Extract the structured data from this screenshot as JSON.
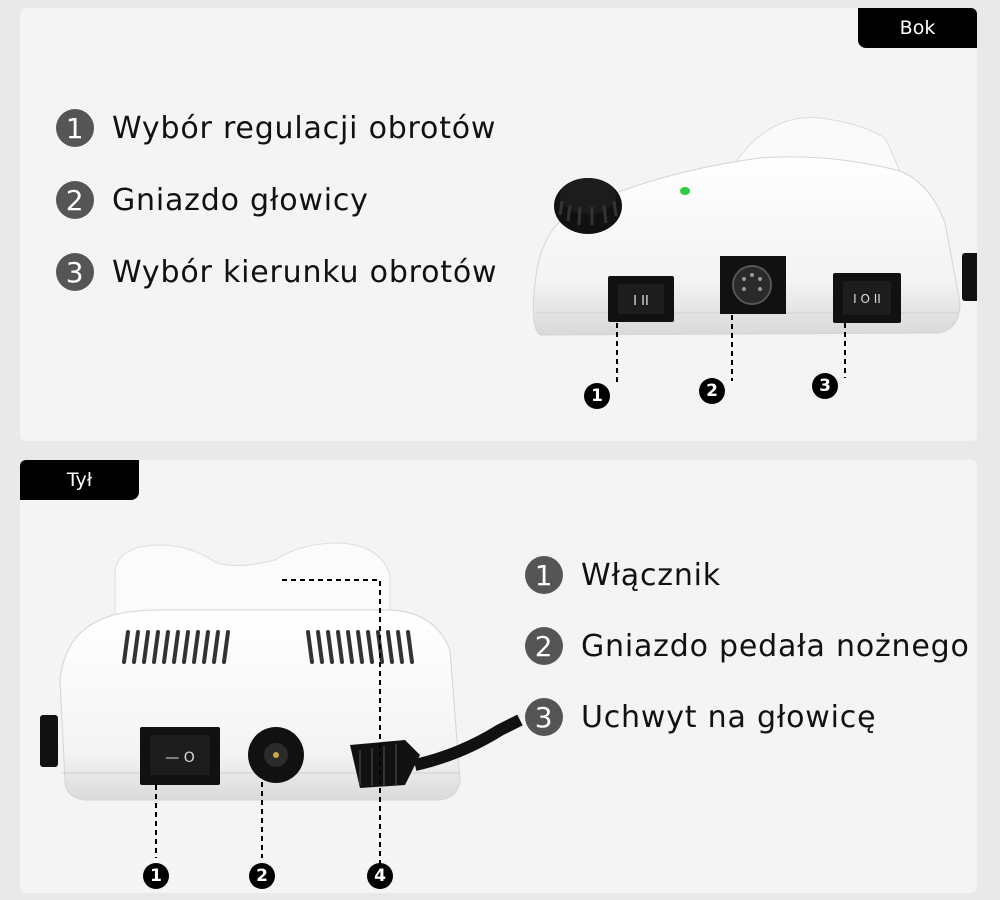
{
  "side_section": {
    "tag": "Bok",
    "features": [
      {
        "number": "1",
        "label": "Wybór regulacji obrotów"
      },
      {
        "number": "2",
        "label": "Gniazdo głowicy"
      },
      {
        "number": "3",
        "label": "Wybór kierunku obrotów"
      }
    ],
    "callouts": [
      "1",
      "2",
      "3"
    ],
    "direction_switch_text": "I O II",
    "rocker_switch_text": "I  II"
  },
  "back_section": {
    "tag": "Tył",
    "features": [
      {
        "number": "1",
        "label": "Włącznik"
      },
      {
        "number": "2",
        "label": "Gniazdo pedała nożnego"
      },
      {
        "number": "3",
        "label": "Uchwyt na głowicę"
      }
    ],
    "callouts": [
      "1",
      "2",
      "4"
    ],
    "power_switch_text": "— O"
  },
  "colors": {
    "background": "#e9e9e9",
    "panel": "#f4f4f4",
    "tag_bg": "#000000",
    "number_circle": "#555555",
    "device_body": "#ffffff",
    "indicator_led": "#2ecc40"
  },
  "icons": [
    "knob-icon",
    "din-socket-icon",
    "rocker-switch-icon",
    "power-switch-icon",
    "dc-jack-icon",
    "cable-plug-icon"
  ]
}
